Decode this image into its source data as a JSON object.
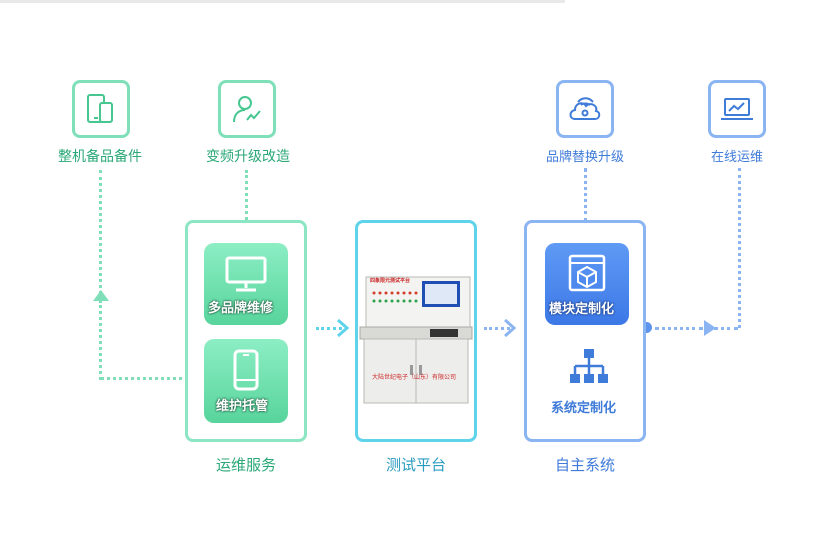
{
  "colors": {
    "green": "#7fdfb9",
    "green_text": "#2aa877",
    "teal": "#5fd3ea",
    "blue": "#8ab4f2",
    "blue_text": "#3f7bd9"
  },
  "top_items": [
    {
      "label": "整机备品备件",
      "icon": "tablet-phone-icon"
    },
    {
      "label": "变频升级改造",
      "icon": "user-chart-icon"
    },
    {
      "label": "品牌替换升级",
      "icon": "cloud-signal-icon"
    },
    {
      "label": "在线运维",
      "icon": "laptop-chart-icon"
    }
  ],
  "panels": {
    "service": {
      "caption": "运维服务",
      "tiles": [
        {
          "label": "多品牌维修",
          "icon": "monitor-icon"
        },
        {
          "label": "维护托管",
          "icon": "smartphone-icon"
        }
      ]
    },
    "platform": {
      "caption": "测试平台",
      "machine_title": "四象限元测试平台",
      "machine_company": "大陆世纪电子（山东）有限公司"
    },
    "system": {
      "caption": "自主系统",
      "tiles": [
        {
          "label": "模块定制化",
          "icon": "cube-window-icon"
        },
        {
          "label": "系统定制化",
          "icon": "hierarchy-icon"
        }
      ]
    }
  }
}
